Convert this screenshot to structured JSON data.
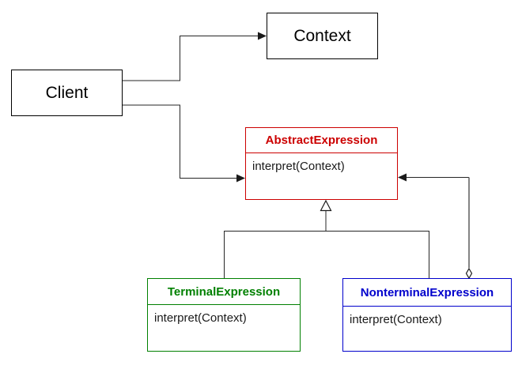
{
  "diagram": {
    "type": "uml-class-diagram",
    "background_color": "#ffffff",
    "nodes": {
      "client": {
        "label": "Client",
        "border_color": "#000000"
      },
      "context": {
        "label": "Context",
        "border_color": "#000000"
      },
      "abstract_expression": {
        "title": "AbstractExpression",
        "method": "interpret(Context)",
        "color": "#cc0000"
      },
      "terminal_expression": {
        "title": "TerminalExpression",
        "method": "interpret(Context)",
        "color": "#008000"
      },
      "nonterminal_expression": {
        "title": "NonterminalExpression",
        "method": "interpret(Context)",
        "color": "#0000cc"
      }
    },
    "edges": [
      {
        "from": "client",
        "to": "context",
        "type": "directed-association",
        "marker": "filled-arrow"
      },
      {
        "from": "client",
        "to": "abstract_expression",
        "type": "directed-association",
        "marker": "filled-arrow"
      },
      {
        "from": "terminal_expression",
        "to": "abstract_expression",
        "type": "generalization",
        "marker": "hollow-triangle"
      },
      {
        "from": "nonterminal_expression",
        "to": "abstract_expression",
        "type": "generalization",
        "marker": "hollow-triangle"
      },
      {
        "from": "nonterminal_expression",
        "to": "abstract_expression",
        "type": "aggregation",
        "marker": "hollow-diamond-and-filled-arrow"
      }
    ]
  }
}
